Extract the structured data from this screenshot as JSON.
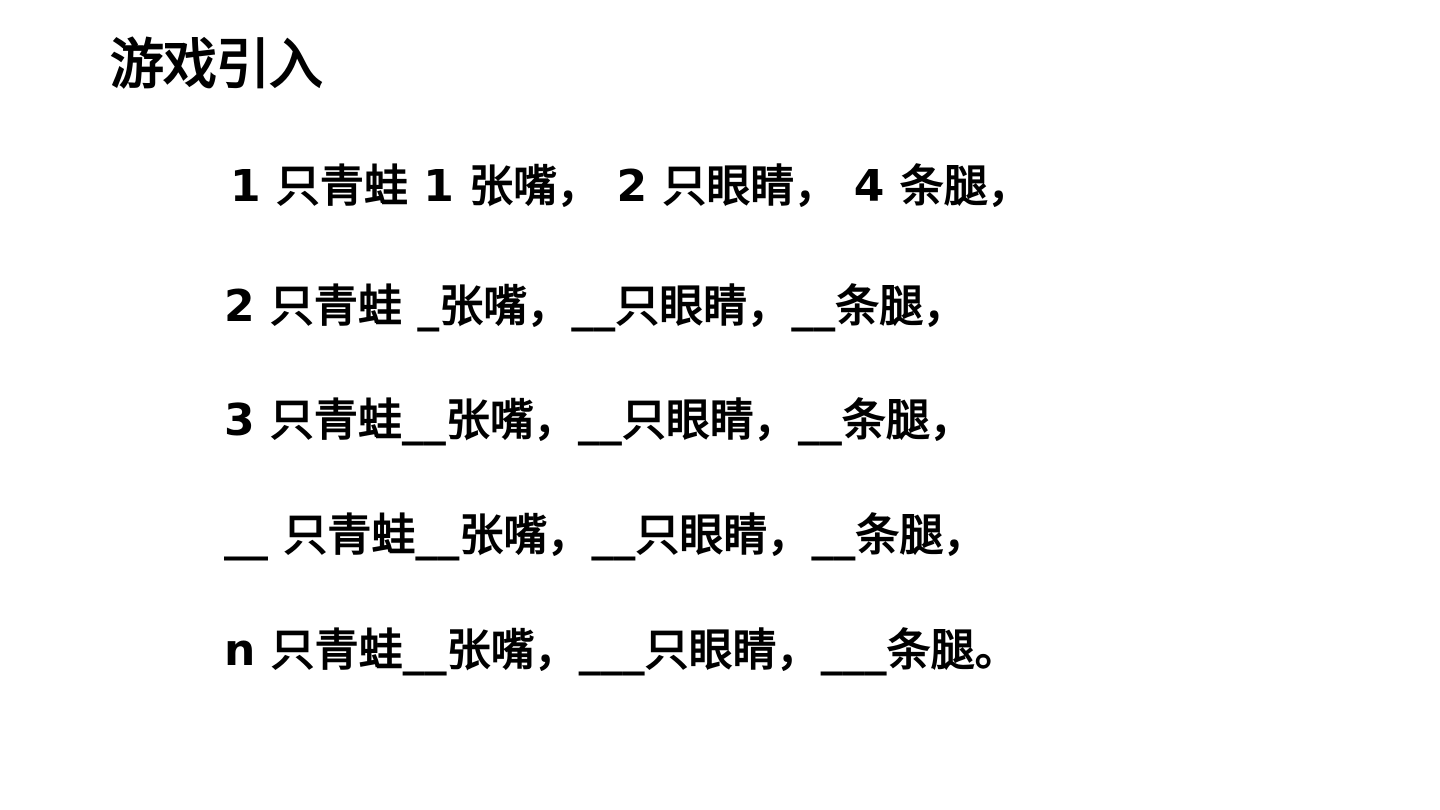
{
  "slide": {
    "title": "游戏引入",
    "lines": [
      "1 只青蛙 1 张嘴， 2 只眼睛， 4 条腿，",
      "2 只青蛙 _张嘴，__只眼睛，__条腿，",
      "3 只青蛙__张嘴，__只眼睛，__条腿，",
      "__ 只青蛙__张嘴，__只眼睛，__条腿，",
      "n 只青蛙__张嘴，___只眼睛，___条腿。"
    ]
  }
}
